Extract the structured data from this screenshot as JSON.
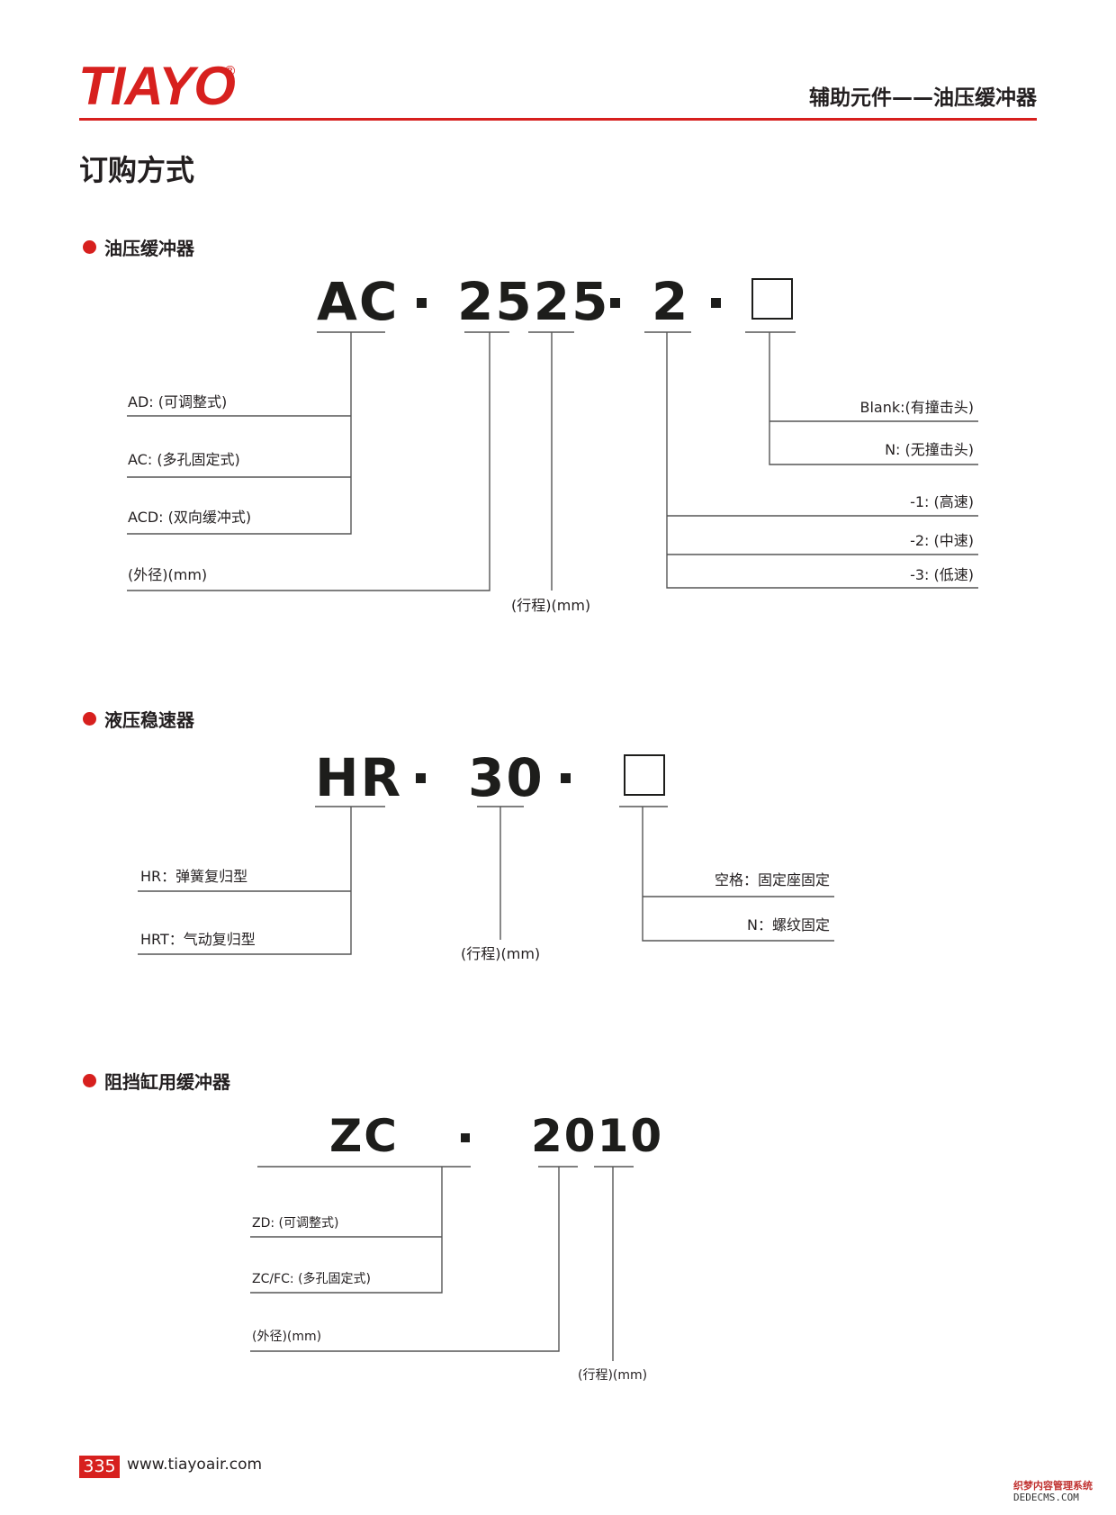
{
  "header": {
    "logo": "TIAYO",
    "registered": "®",
    "category": "辅助元件——油压缓冲器"
  },
  "page_title": "订购方式",
  "sections": [
    {
      "title": "油压缓冲器",
      "code": [
        "AC",
        "2525",
        "2"
      ],
      "labels": {
        "ad": "AD: (可调整式)",
        "ac": "AC: (多孔固定式)",
        "acd": "ACD: (双向缓冲式)",
        "od": "(外径)(mm)",
        "stroke": "(行程)(mm)",
        "blank": "Blank:(有撞击头)",
        "n": "N: (无撞击头)",
        "s1": "-1: (高速)",
        "s2": "-2: (中速)",
        "s3": "-3: (低速)"
      }
    },
    {
      "title": "液压稳速器",
      "code": [
        "HR",
        "30"
      ],
      "labels": {
        "hr": "HR：弹簧复归型",
        "hrt": "HRT：气动复归型",
        "stroke": "(行程)(mm)",
        "space": "空格：固定座固定",
        "n": "N：螺纹固定"
      }
    },
    {
      "title": "阻挡缸用缓冲器",
      "code": [
        "ZC",
        "2010"
      ],
      "labels": {
        "zd": "ZD: (可调整式)",
        "zcfc": "ZC/FC: (多孔固定式)",
        "od": "(外径)(mm)",
        "stroke": "(行程)(mm)"
      }
    }
  ],
  "footer": {
    "page_number": "335",
    "url": "www.tiayoair.com"
  },
  "watermark": {
    "line1": "织梦内容管理系统",
    "line2": "DEDECMS.COM"
  },
  "colors": {
    "brand_red": "#d7201e",
    "ink": "#231f20",
    "line": "#555555"
  }
}
